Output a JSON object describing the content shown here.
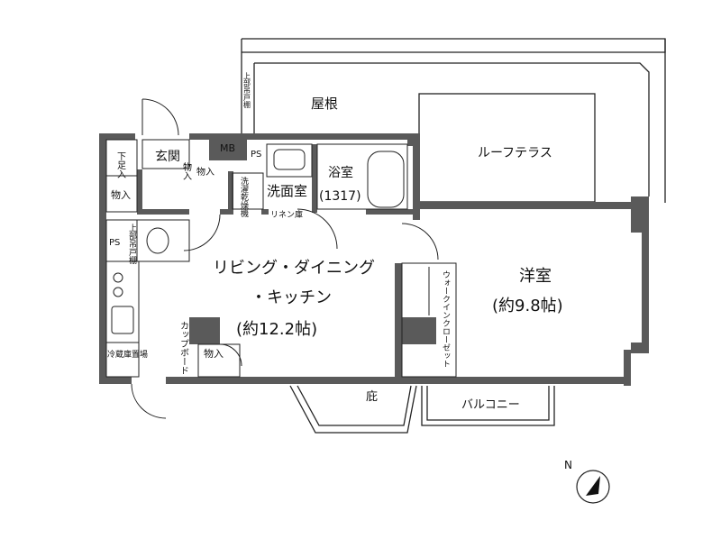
{
  "labels": {
    "roof": "屋根",
    "roof_terrace": "ルーフテラス",
    "entrance": "玄関",
    "shoe_box": "下足入",
    "storage_1": "物入",
    "storage_2": "物入",
    "storage_3": "物入",
    "storage_4": "物入",
    "mb": "MB",
    "ps_1": "PS",
    "ps_2": "PS",
    "washer_dryer": "洗濯乾燥機",
    "washroom": "洗面室",
    "linen": "リネン庫",
    "bathroom": "浴室",
    "bathroom_size": "(1317)",
    "upper_cabinet": "上部吊戸棚",
    "roof_cabinet": "上部吊戸棚",
    "ldk_line1": "リビング・ダイニング",
    "ldk_line2": "・キッチン",
    "ldk_size": "(約12.2帖)",
    "cupboard": "カップボード",
    "fridge_space": "冷蔵庫置場",
    "western_room": "洋室",
    "western_size": "(約9.8帖)",
    "walk_in_closet": "ウォークインクローゼット",
    "eaves": "庇",
    "balcony": "バルコニー",
    "north": "N"
  },
  "colors": {
    "wall": "#5a5a5a",
    "line": "#222222",
    "background": "#ffffff"
  }
}
